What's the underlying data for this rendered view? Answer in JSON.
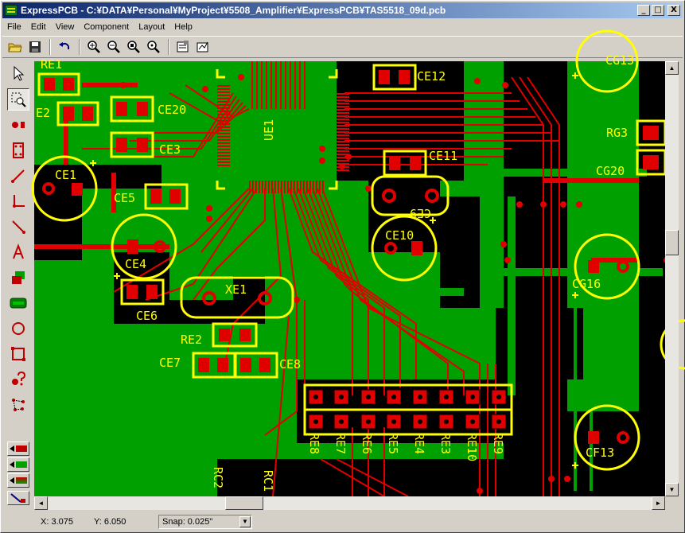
{
  "window": {
    "title": "ExpressPCB - C:¥DATA¥Personal¥MyProject¥5508_Amplifier¥ExpressPCB¥TAS5518_09d.pcb",
    "minimize": "_",
    "maximize": "□",
    "close": "X"
  },
  "menu": {
    "items": [
      "File",
      "Edit",
      "View",
      "Component",
      "Layout",
      "Help"
    ]
  },
  "toolbar": {
    "icons": [
      "open-icon",
      "save-icon",
      "undo-icon",
      "zoom-in-icon",
      "zoom-out-icon",
      "zoom-fit-icon",
      "zoom-window-icon",
      "properties-icon",
      "rules-icon"
    ]
  },
  "tools": {
    "icons": [
      "pointer-icon",
      "zoom-select-icon",
      "pad-icon",
      "component-icon",
      "trace-icon",
      "corner-icon",
      "diagonal-icon",
      "text-icon",
      "layer-icon",
      "filled-plane-icon",
      "circle-icon",
      "rectangle-icon",
      "query-icon",
      "ratsnest-icon"
    ],
    "layers": [
      "top-layer",
      "bottom-layer",
      "silkscreen-layer",
      "all-layers"
    ]
  },
  "board": {
    "labels": {
      "re1": "RE1",
      "e2": "E2",
      "ce20": "CE20",
      "ce3": "CE3",
      "ce1": "CE1",
      "ce5": "CE5",
      "ce4": "CE4",
      "ce6": "CE6",
      "xe1": "XE1",
      "re2": "RE2",
      "ce7": "CE7",
      "ce8": "CE8",
      "ue1": "UE1",
      "ce12": "CE12",
      "ce11": "CE11",
      "ce9": "CE9",
      "ce10": "CE10",
      "rg3": "RG3",
      "cg20": "CG20",
      "cg16": "CG16",
      "cf13": "CF13",
      "cg13": "CG13",
      "re8": "RE8",
      "re7": "RE7",
      "re6": "RE6",
      "re5": "RE5",
      "re4": "RE4",
      "re3": "RE3",
      "re10": "RE10",
      "re9": "RE9",
      "rc2": "RC2",
      "rc1": "RC1"
    }
  },
  "status": {
    "x": "X: 3.075",
    "y": "Y: 6.050",
    "snap": "Snap:  0.025\""
  },
  "colors": {
    "board": "#00a000",
    "copper_top": "#e00000",
    "silkscreen": "#ffff00",
    "ground": "#000000",
    "title_start": "#0a246a",
    "title_end": "#a6caf0"
  }
}
